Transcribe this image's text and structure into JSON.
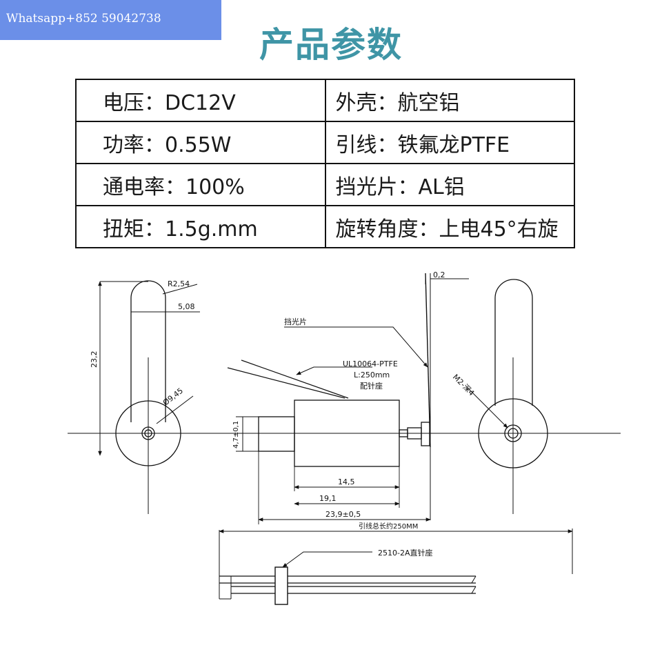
{
  "contact_banner": "Whatsapp+852 59042738",
  "title": "产品参数",
  "specs": [
    [
      "电压：DC12V",
      "外壳：航空铝"
    ],
    [
      "功率：0.55W",
      "引线：铁氟龙PTFE"
    ],
    [
      "通电率：100%",
      "挡光片：AL铝"
    ],
    [
      "扭矩：1.5g.mm",
      "旋转角度：上电45°右旋"
    ]
  ],
  "drawing": {
    "left_view": {
      "radius": "R2,54",
      "width": "5,08",
      "height": "23,2",
      "diameter": "Ø9,45"
    },
    "side_view": {
      "blade_thickness": "0,2",
      "blade_label": "挡光片",
      "cable_spec": [
        "UL10064-PTFE",
        "L:250mm",
        "配针座"
      ],
      "shaft_diameter": "4,7±0,1",
      "body_length": "14,5",
      "length_19": "19,1",
      "total_length": "23,9±0,5"
    },
    "right_view": {
      "thread": "M2-深4"
    },
    "lead": {
      "length": "引线总长约250MM",
      "connector": "2510-2A直针座"
    }
  },
  "colors": {
    "title": "#3f95a6",
    "banner": "#6b8fe8",
    "line": "#111111"
  }
}
